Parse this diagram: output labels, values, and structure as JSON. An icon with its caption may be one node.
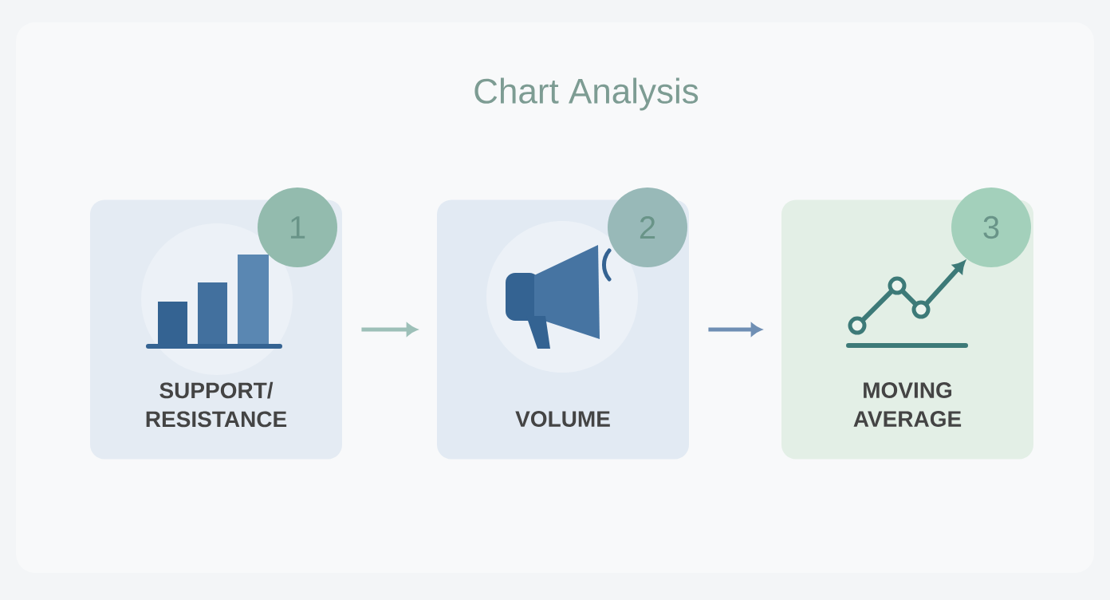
{
  "diagram": {
    "title": "Chart Analysis",
    "nodes": [
      {
        "text": [
          "SUPPORT/ RESISTANCE"
        ]
      },
      {
        "text": [
          "1"
        ]
      },
      {
        "text": [
          "VOLUME"
        ]
      },
      {
        "text": [
          "2"
        ]
      },
      {
        "text": [
          "MOVING AVERAGE"
        ]
      },
      {
        "text": [
          "3"
        ]
      }
    ],
    "edges": [
      {
        "from": 0,
        "to": 2,
        "arrow": "to",
        "color": "#9dc0b8"
      },
      {
        "from": 2,
        "to": 4,
        "arrow": "to",
        "color": "#6f8fb4"
      }
    ]
  }
}
